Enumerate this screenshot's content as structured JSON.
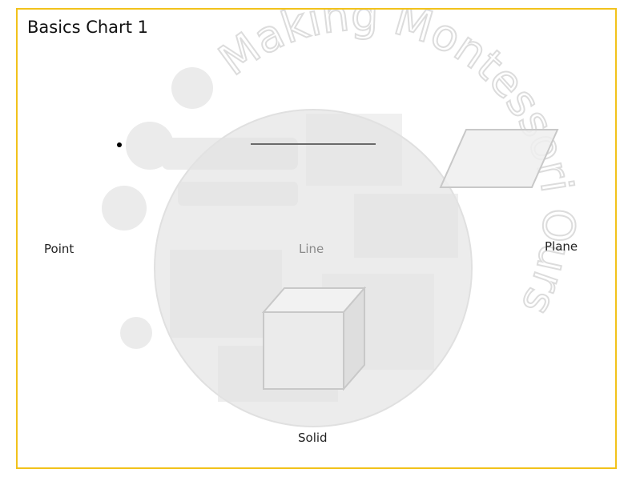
{
  "title": "Basics Chart 1",
  "watermark": {
    "text": "Making Montessori Ours"
  },
  "labels": {
    "point": "Point",
    "line": "Line",
    "plane": "Plane",
    "solid": "Solid"
  },
  "colors": {
    "border": "#f2c21b",
    "watermark": "#e6e6e6",
    "line": "#6a6a6a",
    "point": "#000000"
  },
  "icons": [
    "point-dot",
    "line-segment",
    "parallelogram-plane",
    "cube-solid"
  ]
}
